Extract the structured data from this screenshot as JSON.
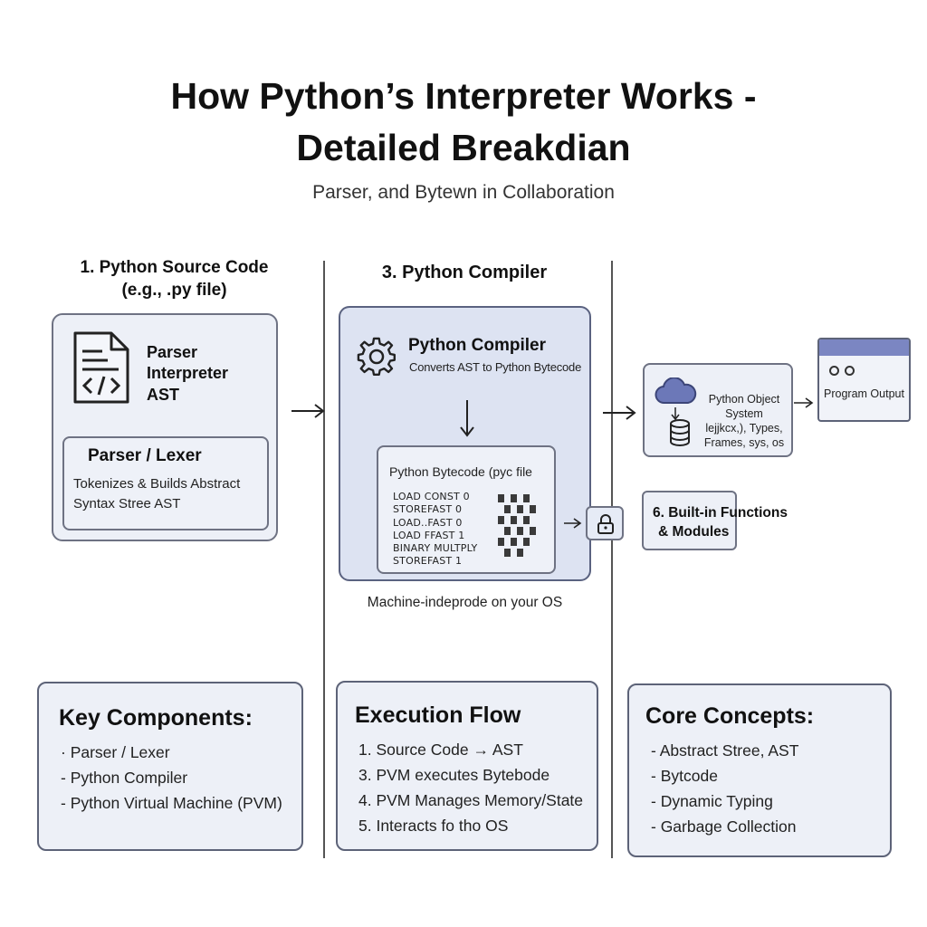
{
  "title_line1": "How Python’s Interpreter Works -",
  "title_line2": "Detailed Breakdian",
  "subtitle": "Parser, and Bytewn in Collaboration",
  "col1": {
    "heading_line1": "1. Python Source Code",
    "heading_line2": "(e.g., .py file)",
    "labels": [
      "Parser",
      "Interpreter",
      "AST"
    ],
    "lexer_title": "Parser / Lexer",
    "lexer_desc_line1": "Tokenizes & Builds Abstract",
    "lexer_desc_line2": "Syntax Stree AST"
  },
  "col2": {
    "heading": "3. Python Compiler",
    "compiler_title": "Python Compiler",
    "compiler_desc": "Converts AST to Python Bytecode",
    "bytecode_title": "Python Bytecode (pyc file",
    "bytecode_lines": [
      "LOAD CONST 0",
      "STOREFAST 0",
      "LOAD..FAST 0",
      "LOAD FFAST 1",
      "BINARY MULTPLY",
      "STOREFAST 1"
    ],
    "caption": "Machine-indeprode on your OS"
  },
  "col3": {
    "object_system_lines": [
      "Python Object",
      "System",
      "lejjkcx,), Types,",
      "Frames, sys, os"
    ],
    "program_output": "Program Output",
    "builtins_line1": "6. Built-in Functions",
    "builtins_line2": "& Modules"
  },
  "bottom": {
    "key_components": {
      "title": "Key Components:",
      "items": [
        "· Parser / Lexer",
        "- Python Compiler",
        "- Python Virtual Machine (PVM)"
      ]
    },
    "execution_flow": {
      "title": "Execution Flow",
      "items": [
        "1. Source Code → AST",
        "3. PVM executes Bytebode",
        "4. PVM Manages Memory/State",
        "5. Interacts fo tho OS"
      ]
    },
    "core_concepts": {
      "title": "Core Concepts:",
      "items": [
        "- Abstract Stree, AST",
        "- Bytcode",
        "- Dynamic Typing",
        "- Garbage Collection"
      ]
    }
  },
  "icons": {
    "file": "code-file-icon",
    "gear": "gear-icon",
    "cloud": "cloud-icon",
    "database": "database-icon",
    "lock": "lock-icon",
    "window": "window-icon"
  },
  "colors": {
    "card_fill": "#edf0f7",
    "compiler_fill": "#dde3f2",
    "window_bar": "#7b86c2",
    "border": "#6e7283"
  }
}
